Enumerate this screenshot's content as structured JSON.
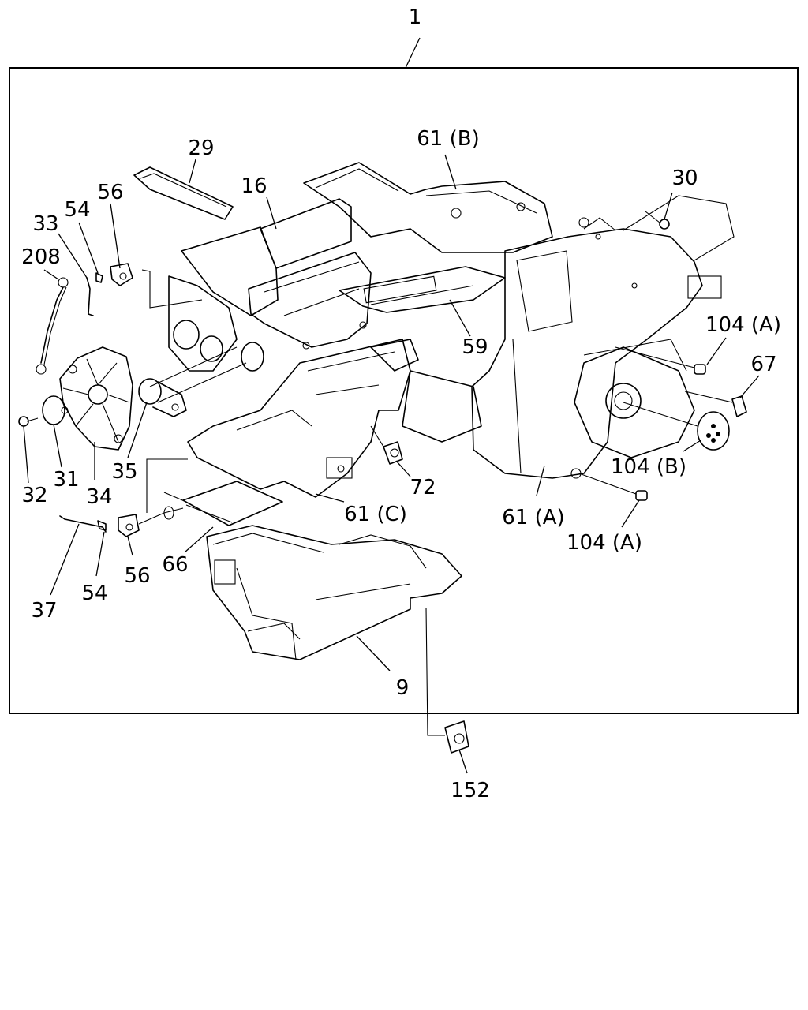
{
  "assembly_number": "1",
  "callouts": [
    {
      "id": "c29",
      "text": "29"
    },
    {
      "id": "c16",
      "text": "16"
    },
    {
      "id": "c61b",
      "text": "61 (B)"
    },
    {
      "id": "c30",
      "text": "30"
    },
    {
      "id": "c56a",
      "text": "56"
    },
    {
      "id": "c54a",
      "text": "54"
    },
    {
      "id": "c33",
      "text": "33"
    },
    {
      "id": "c208",
      "text": "208"
    },
    {
      "id": "c104a1",
      "text": "104 (A)"
    },
    {
      "id": "c67",
      "text": "67"
    },
    {
      "id": "c59",
      "text": "59"
    },
    {
      "id": "c35",
      "text": "35"
    },
    {
      "id": "c32",
      "text": "32"
    },
    {
      "id": "c31",
      "text": "31"
    },
    {
      "id": "c34",
      "text": "34"
    },
    {
      "id": "c72",
      "text": "72"
    },
    {
      "id": "c104b",
      "text": "104 (B)"
    },
    {
      "id": "c61c",
      "text": "61 (C)"
    },
    {
      "id": "c61a",
      "text": "61 (A)"
    },
    {
      "id": "c104a2",
      "text": "104 (A)"
    },
    {
      "id": "c56b",
      "text": "56"
    },
    {
      "id": "c66",
      "text": "66"
    },
    {
      "id": "c37",
      "text": "37"
    },
    {
      "id": "c54b",
      "text": "54"
    },
    {
      "id": "c9",
      "text": "9"
    },
    {
      "id": "c152",
      "text": "152"
    }
  ]
}
